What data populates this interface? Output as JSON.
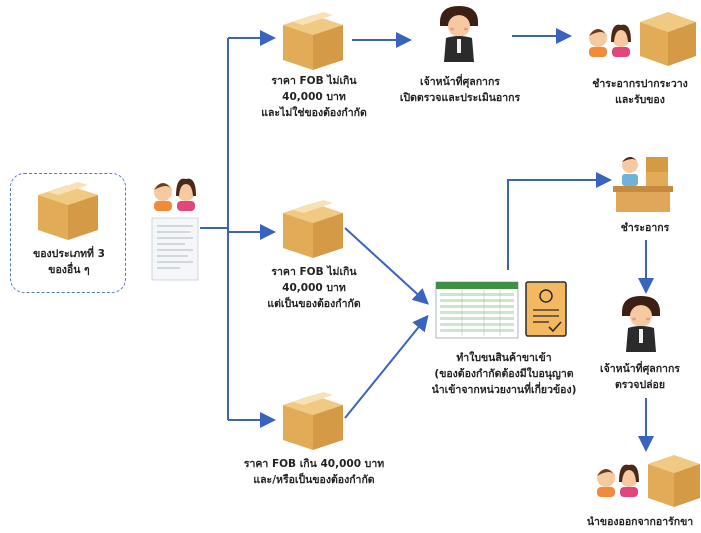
{
  "start": {
    "line1": "ของประเภทที่ 3",
    "line2": "ของอื่น ๆ"
  },
  "top_branch": {
    "line1": "ราคา FOB ไม่เกิน",
    "line2": "40,000 บาท",
    "line3": "และไม่ใช่ของต้องกำกัด"
  },
  "middle_branch": {
    "line1": "ราคา FOB ไม่เกิน",
    "line2": "40,000 บาท",
    "line3": "แต่เป็นของต้องกำกัด"
  },
  "bottom_branch": {
    "line1": "ราคา FOB เกิน 40,000 บาท",
    "line2": "และ/หรือเป็นของต้องกำกัด"
  },
  "customs_inspect": {
    "line1": "เจ้าหน้าที่ศุลกากร",
    "line2": "เปิดตรวจและประเมินอากร"
  },
  "pay_receive": {
    "line1": "ชำระอากรปากระวาง",
    "line2": "และรับของ"
  },
  "import_entry": {
    "line1": "ทำใบขนสินค้าขาเข้า",
    "line2": "(ของต้องกำกัดต้องมีใบอนุญาต",
    "line3": "นำเข้าจากหน่วยงานที่เกี่ยวข้อง)"
  },
  "pay_duty": {
    "line1": "ชำระอากร"
  },
  "customs_release": {
    "line1": "เจ้าหน้าที่ศุลกากร",
    "line2": "ตรวจปล่อย"
  },
  "take_out": {
    "line1": "นำของออกจากอารักขา"
  },
  "colors": {
    "arrow": "#3a63c0",
    "box": "#e9b765",
    "box_tape": "#f3d9a4",
    "dashed_border": "#5577c8"
  }
}
